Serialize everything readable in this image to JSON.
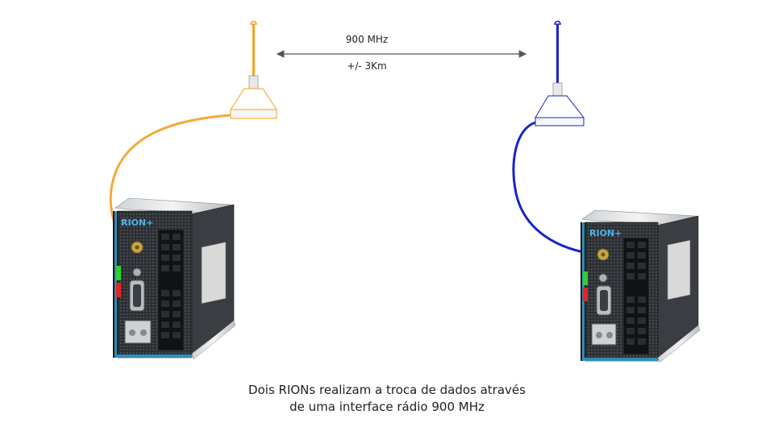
{
  "link": {
    "frequency": "900 MHz",
    "range": "+/- 3Km"
  },
  "device_left": {
    "brand": "RION+",
    "cable_color": "#f5a93a"
  },
  "device_right": {
    "brand": "RION+",
    "cable_color": "#1a23c8"
  },
  "caption": {
    "line1": "Dois RIONs realizam a troca de dados através",
    "line2": "de uma  interface rádio 900 MHz"
  }
}
